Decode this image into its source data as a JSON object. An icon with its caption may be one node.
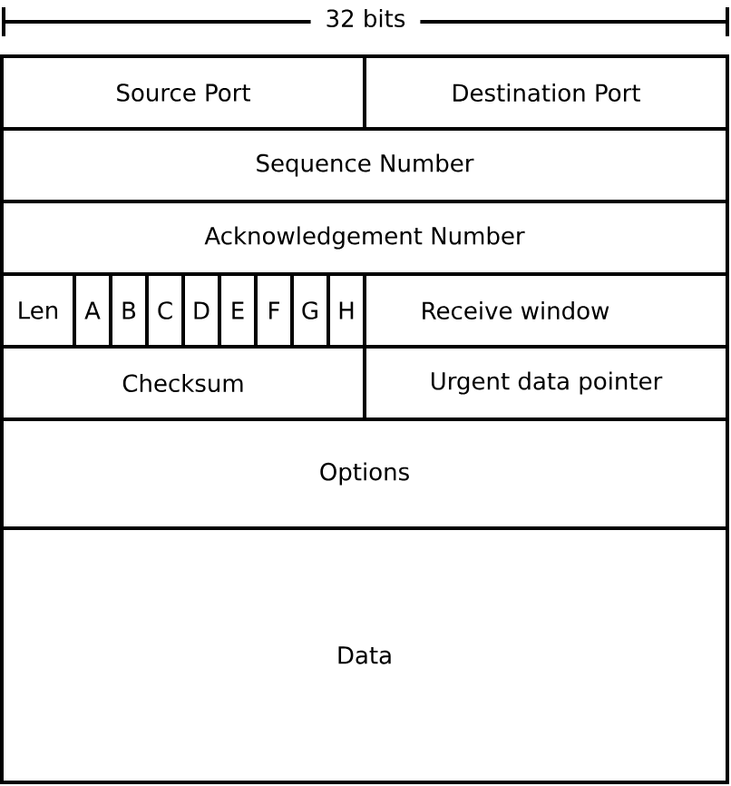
{
  "diagram": {
    "nodes": [
      {
        "text": [
          "Source Port"
        ]
      },
      {
        "text": [
          "Destination Port"
        ]
      },
      {
        "text": [
          "Sequence Number"
        ]
      },
      {
        "text": [
          "Acknowledgement Number"
        ]
      },
      {
        "text": [
          "Len"
        ]
      },
      {
        "text": [
          "A"
        ]
      },
      {
        "text": [
          "B"
        ]
      },
      {
        "text": [
          "C"
        ]
      },
      {
        "text": [
          "D"
        ]
      },
      {
        "text": [
          "E"
        ]
      },
      {
        "text": [
          "F"
        ]
      },
      {
        "text": [
          "G"
        ]
      },
      {
        "text": [
          "H"
        ]
      },
      {
        "text": [
          "Receive window"
        ]
      },
      {
        "text": [
          "Checksum"
        ]
      },
      {
        "text": [
          "Urgent data pointer"
        ]
      },
      {
        "text": [
          "Options"
        ]
      },
      {
        "text": [
          "Data"
        ]
      }
    ],
    "labels": [
      "32 bits"
    ]
  }
}
